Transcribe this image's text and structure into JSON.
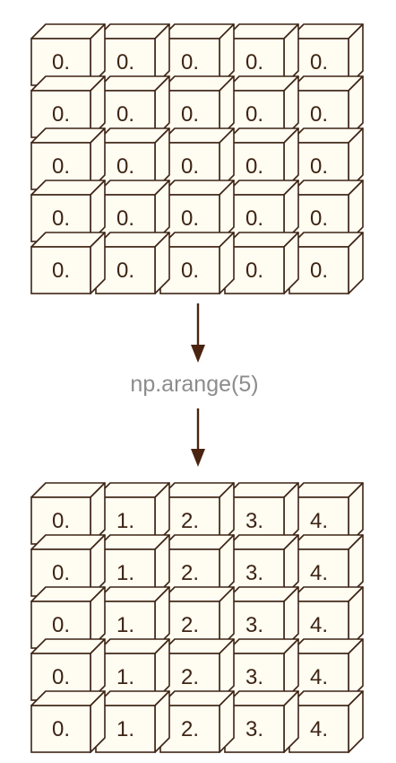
{
  "operation_label": "np.arange(5)",
  "input_grid": [
    [
      "0.",
      "0.",
      "0.",
      "0.",
      "0."
    ],
    [
      "0.",
      "0.",
      "0.",
      "0.",
      "0."
    ],
    [
      "0.",
      "0.",
      "0.",
      "0.",
      "0."
    ],
    [
      "0.",
      "0.",
      "0.",
      "0.",
      "0."
    ],
    [
      "0.",
      "0.",
      "0.",
      "0.",
      "0."
    ]
  ],
  "output_grid": [
    [
      "0.",
      "1.",
      "2.",
      "3.",
      "4."
    ],
    [
      "0.",
      "1.",
      "2.",
      "3.",
      "4."
    ],
    [
      "0.",
      "1.",
      "2.",
      "3.",
      "4."
    ],
    [
      "0.",
      "1.",
      "2.",
      "3.",
      "4."
    ],
    [
      "0.",
      "1.",
      "2.",
      "3.",
      "4."
    ]
  ],
  "colors": {
    "cell_fill": "#fffcf2",
    "cell_stroke": "#3d2414",
    "arrow": "#4a2410",
    "label": "#8c8c8c"
  }
}
